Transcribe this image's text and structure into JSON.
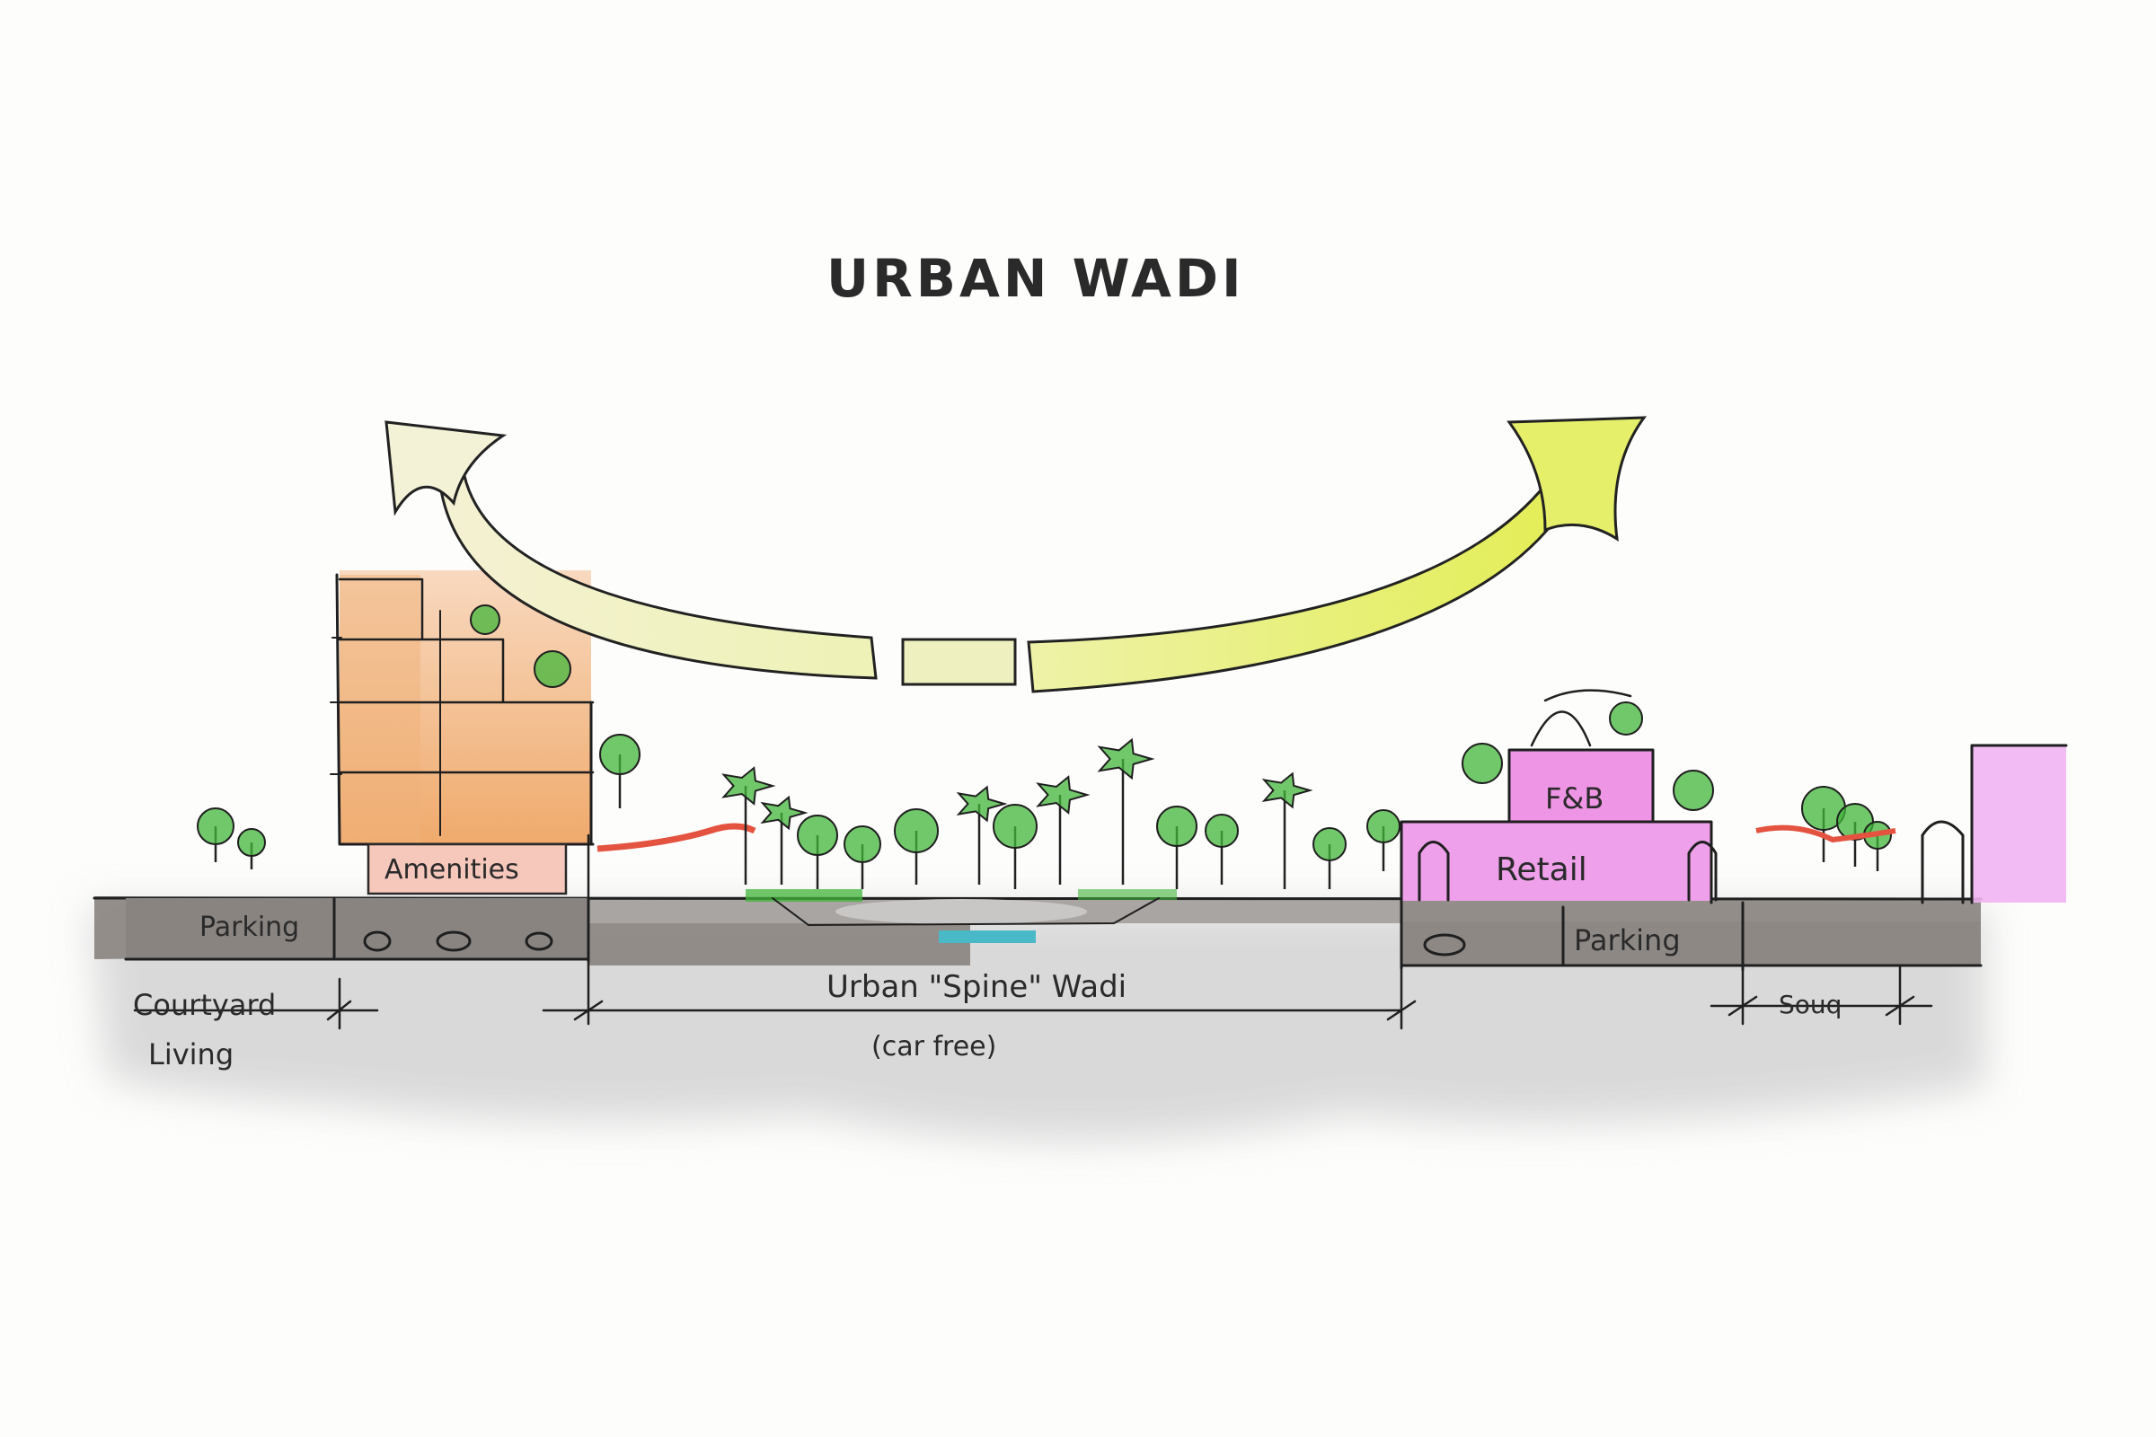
{
  "title": "URBAN WADI",
  "labels": {
    "amenities": "Amenities",
    "parking_left": "Parking",
    "courtyard_living": [
      "Courtyard",
      "Living"
    ],
    "spine": "Urban \"Spine\" Wadi",
    "car_free": "(car free)",
    "fb": "F&B",
    "retail": "Retail",
    "parking_right": "Parking",
    "souq": "Souq"
  },
  "colors": {
    "ground": "#8e8885",
    "ground_shadow": "#d9d9d9",
    "orange_building": "#f2b785",
    "amenities": "#f6c9bb",
    "pink_building": "#ef9be8",
    "airflow_arrow": "#eaf17c",
    "vegetation": "#41b53a",
    "water": "#49b9c8",
    "red_path": "#e4533f"
  },
  "icons": [
    "airflow-arrow-left",
    "airflow-arrow-right",
    "palm-tree-icon",
    "tree-icon"
  ]
}
